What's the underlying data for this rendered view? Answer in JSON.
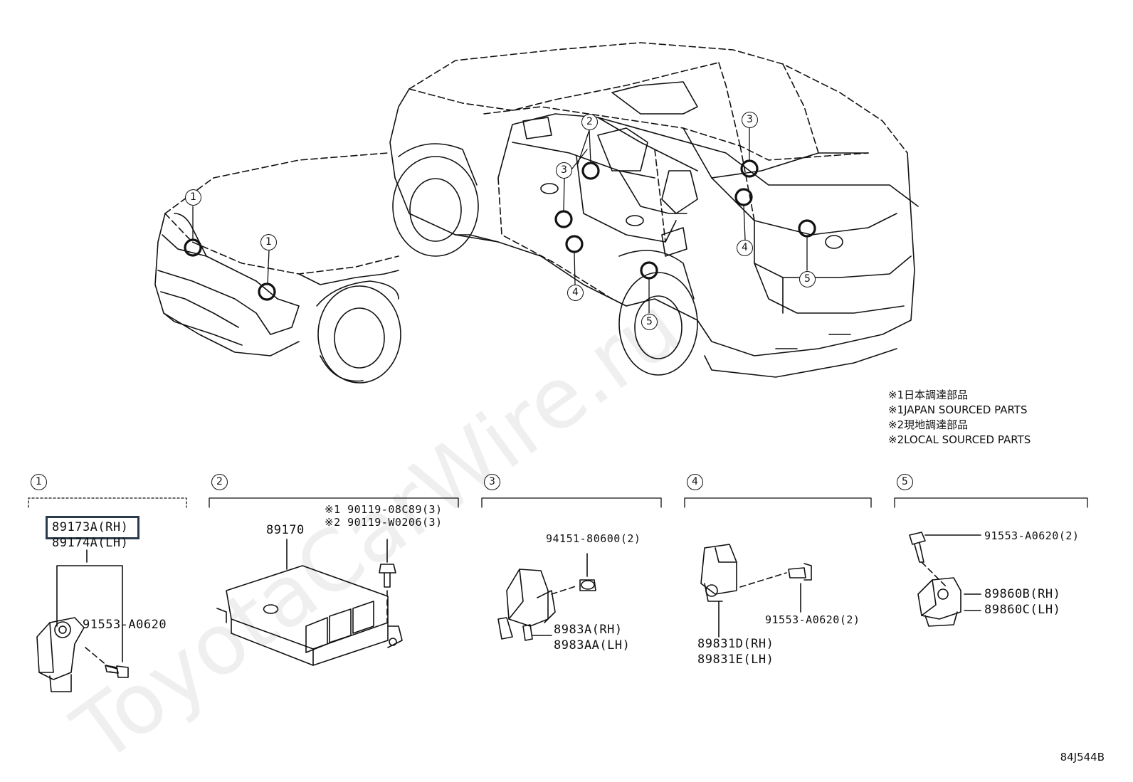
{
  "watermark": "ToyotaCarWire.ru",
  "diagram_code": "84J544B",
  "notes": [
    "※1日本調達部品",
    "※1JAPAN SOURCED PARTS",
    "※2現地調達部品",
    "※2LOCAL SOURCED PARTS"
  ],
  "callouts": {
    "c1": "1",
    "c2": "2",
    "c3": "3",
    "c4": "4",
    "c5": "5"
  },
  "group1": {
    "part_rh": "89173A(RH)",
    "part_lh": "89174A(LH)",
    "bolt": "91553-A0620"
  },
  "group2": {
    "ecu": "89170",
    "bolt_jp": "※1 90119-08C89(3)",
    "bolt_local": "※2 90119-W0206(3)"
  },
  "group3": {
    "nut": "94151-80600(2)",
    "part_rh": "8983A(RH)",
    "part_lh": "8983AA(LH)"
  },
  "group4": {
    "bolt": "91553-A0620(2)",
    "part_rh": "89831D(RH)",
    "part_lh": "89831E(LH)"
  },
  "group5": {
    "bolt": "91553-A0620(2)",
    "part_rh": "89860B(RH)",
    "part_lh": "89860C(LH)"
  }
}
